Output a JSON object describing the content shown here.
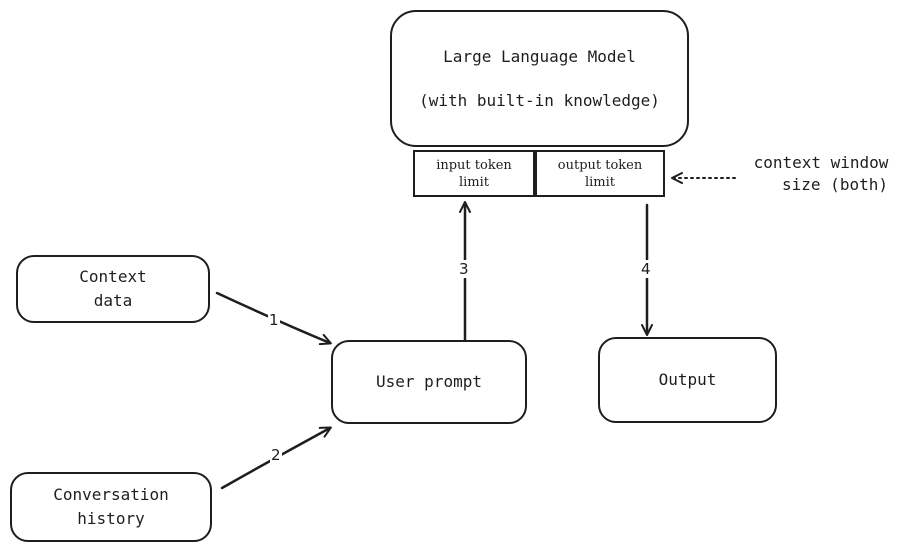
{
  "nodes": {
    "llm": {
      "title": "Large Language Model",
      "subtitle": "(with built-in knowledge)"
    },
    "input_token_limit": {
      "line1": "input token",
      "line2": "limit"
    },
    "output_token_limit": {
      "line1": "output token",
      "line2": "limit"
    },
    "context_window": {
      "line1": "context window",
      "line2": "size (both)"
    },
    "context_data": {
      "line1": "Context",
      "line2": "data"
    },
    "conversation_history": {
      "line1": "Conversation",
      "line2": "history"
    },
    "user_prompt": {
      "label": "User prompt"
    },
    "output": {
      "label": "Output"
    }
  },
  "edges": {
    "context_to_prompt": "1",
    "history_to_prompt": "2",
    "prompt_to_input": "3",
    "output_limit_to_output": "4"
  },
  "colors": {
    "stroke": "#1e1e1e",
    "background": "#ffffff"
  }
}
